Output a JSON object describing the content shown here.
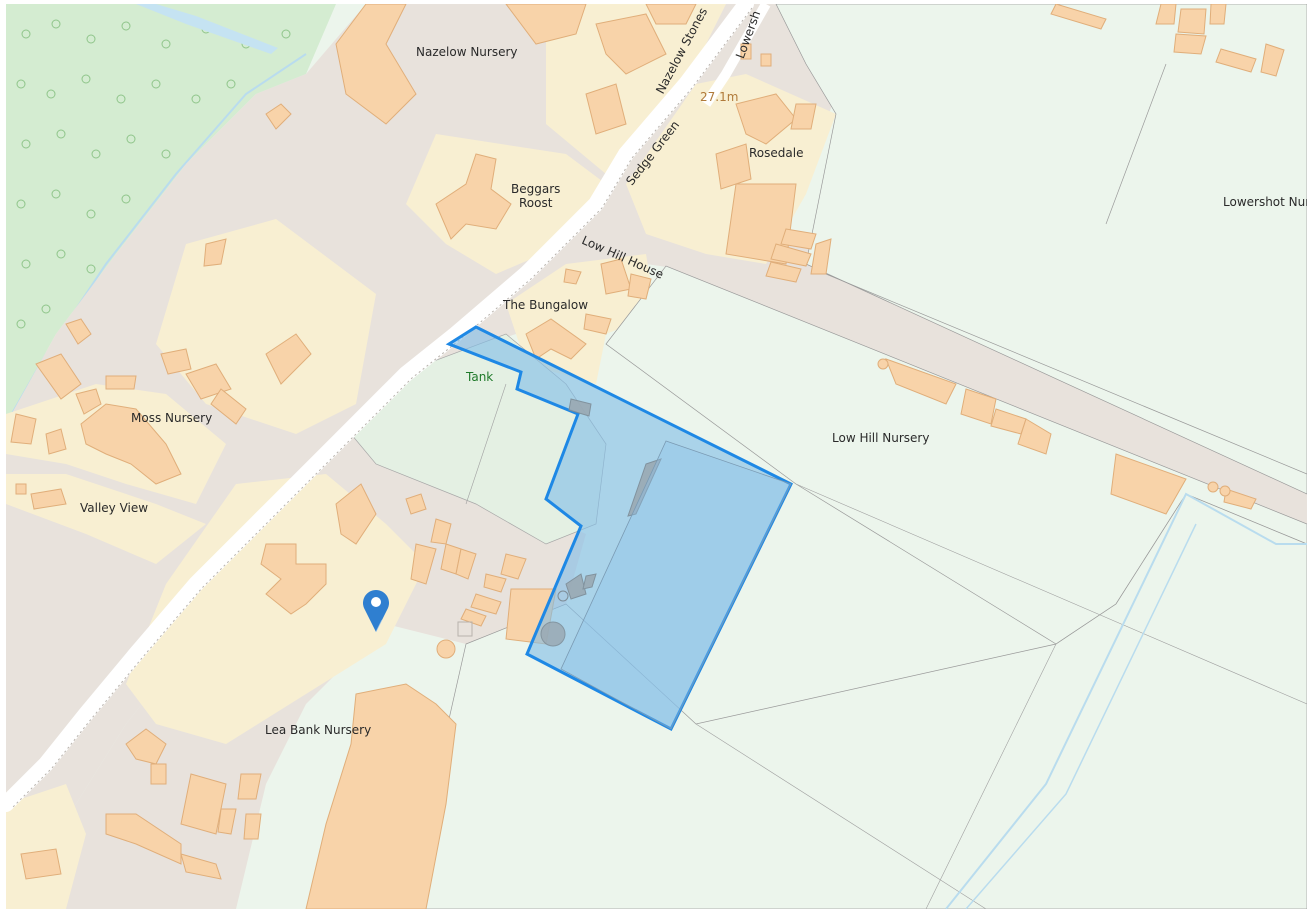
{
  "map": {
    "labels": {
      "nazelow_nursery": "Nazelow Nursery",
      "nazelow_stones": "Nazelow Stones",
      "lowershot": "Lowersh",
      "height": "27.1m",
      "rosedale": "Rosedale",
      "lowershot_nursery": "Lowershot Nur",
      "sedge_green": "Sedge Green",
      "beggars_roost": "Beggars\nRoost",
      "low_hill_house": "Low Hill House",
      "the_bungalow": "The Bungalow",
      "tank": "Tank",
      "low_hill_nursery": "Low Hill Nursery",
      "moss_nursery": "Moss Nursery",
      "valley_view": "Valley View",
      "lea_bank_nursery": "Lea Bank Nursery"
    },
    "colors": {
      "field": "#ecf5ec",
      "woodland": "#d4ecd1",
      "road_area": "#e8e2dc",
      "garden": "#f8efd2",
      "building": "#f8d3a9",
      "building_stroke": "#e0ae7a",
      "road": "#ffffff",
      "water": "#c5e3f2",
      "selection_fill": "#7fbde8",
      "selection_stroke": "#1e88e5",
      "pin": "#2f7fd0"
    }
  }
}
